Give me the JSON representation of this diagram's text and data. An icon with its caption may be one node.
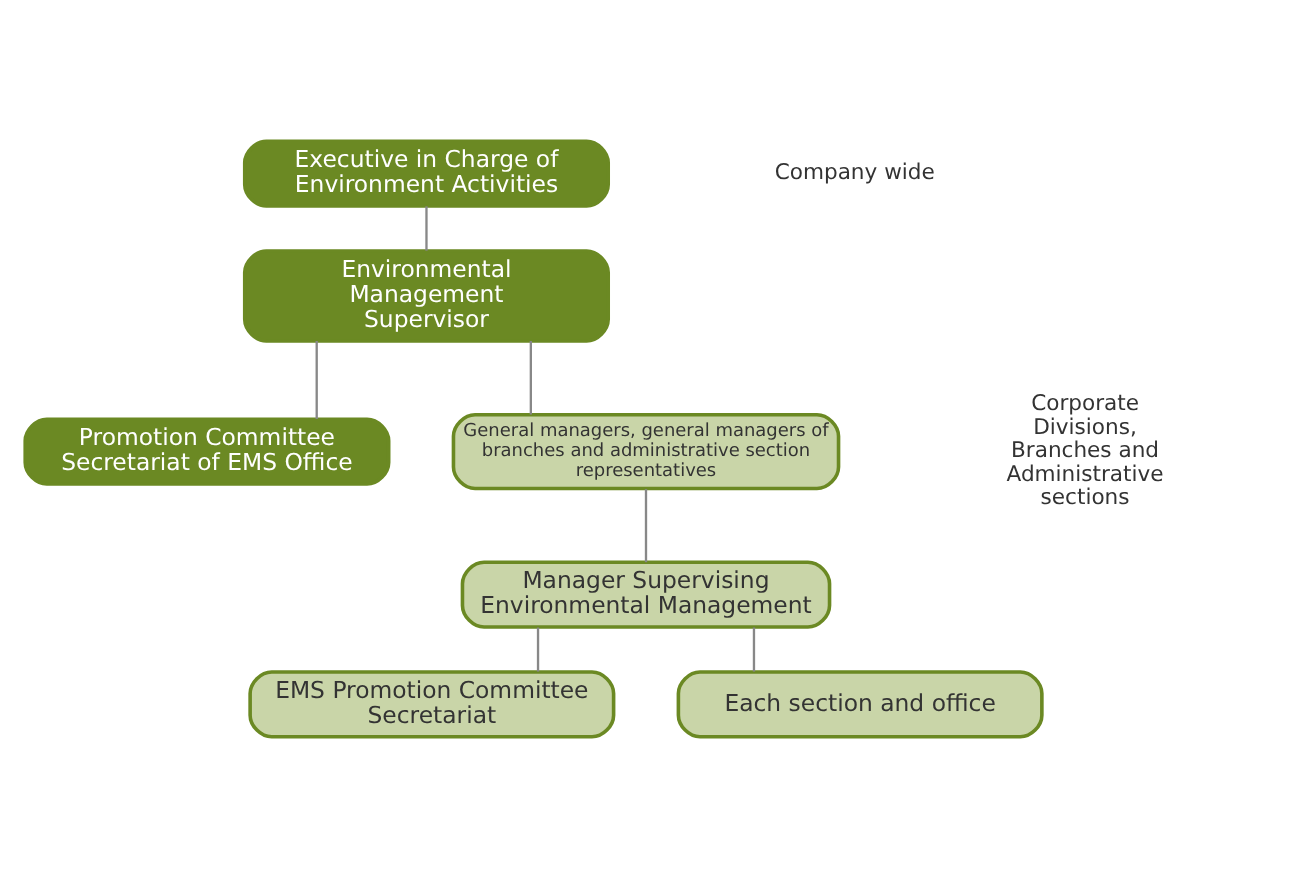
{
  "diagram": {
    "nodes": [
      {
        "text": [
          "Executive in Charge of Environment Activities"
        ]
      },
      {
        "text": [
          "Environmental Management Supervisor"
        ]
      },
      {
        "text": [
          "Promotion Committee Secretariat of EMS Office"
        ]
      },
      {
        "text": [
          "General managers, general managers of branches and administrative section representatives"
        ]
      },
      {
        "text": [
          "Manager Supervising Environmental Management"
        ]
      },
      {
        "text": [
          "EMS Promotion Committee Secretariat"
        ]
      },
      {
        "text": [
          "Each section and office"
        ]
      }
    ],
    "edges": [
      {
        "from": 0,
        "to": 1,
        "arrow": "none"
      },
      {
        "from": 1,
        "to": 3,
        "arrow": "none"
      },
      {
        "from": 1,
        "to": 2,
        "arrow": "none"
      },
      {
        "from": 3,
        "to": 4,
        "arrow": "none"
      },
      {
        "from": 4,
        "to": 6,
        "arrow": "none"
      },
      {
        "from": 4,
        "to": 5,
        "arrow": "none"
      }
    ],
    "labels": [
      "Company wide",
      "Corporate Divisions, Branches and Administrative sections"
    ]
  }
}
